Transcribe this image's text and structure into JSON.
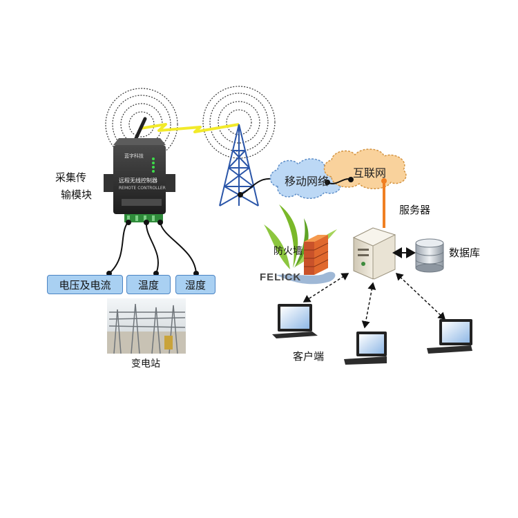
{
  "module": {
    "label_line1": "采集传",
    "label_line2": "输模块",
    "face_brand": "蓝字科技",
    "face_title": "远程无线控制器",
    "face_subtitle": "REMOTE CONTROLLER"
  },
  "sensors": [
    {
      "label": "电压及电流"
    },
    {
      "label": "温度"
    },
    {
      "label": "湿度"
    }
  ],
  "substation": {
    "label": "变电站"
  },
  "clouds": {
    "mobile": "移动网络",
    "internet": "互联网"
  },
  "firewall": {
    "label": "防火墙"
  },
  "brand": {
    "text": "FELICK"
  },
  "server": {
    "label": "服务器"
  },
  "database": {
    "label": "数据库"
  },
  "clients": {
    "label": "客户端"
  },
  "colors": {
    "sensor_fill": "#a9d0f2",
    "cloud_fill": "#bcd8f5",
    "internet_fill": "#f9d29c",
    "server_link": "#f07f22",
    "signal": "#f2ea2a",
    "tower": "#2a55a8"
  }
}
